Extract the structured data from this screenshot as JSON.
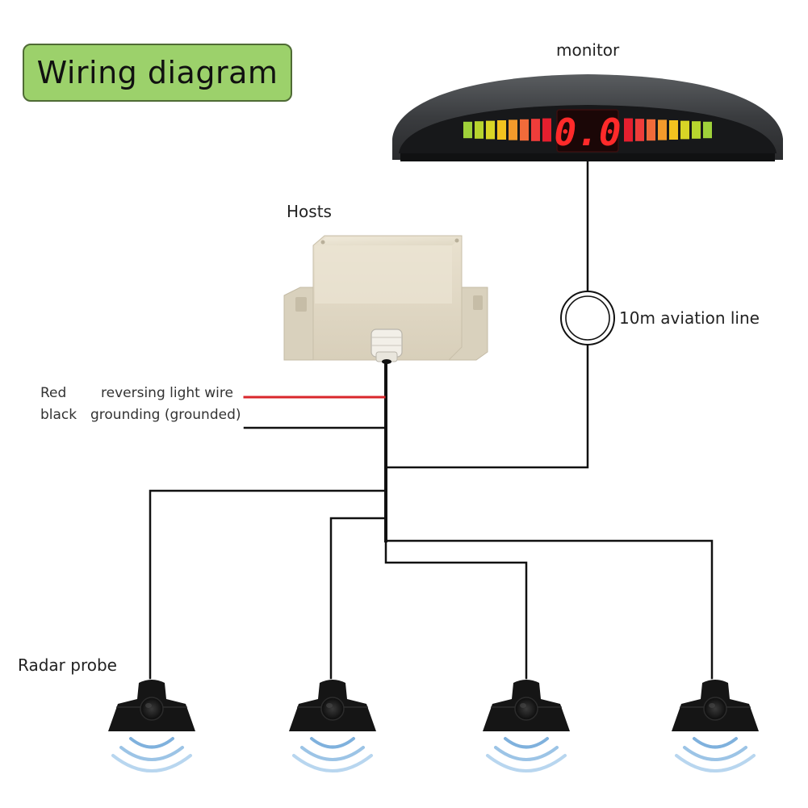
{
  "title": "Wiring diagram",
  "labels": {
    "monitor": "monitor",
    "hosts": "Hosts",
    "aviation_line": "10m aviation line",
    "radar_probe": "Radar probe",
    "red": "Red",
    "black": "black",
    "reversing_light_wire": "reversing light wire",
    "grounding": "grounding (grounded)"
  },
  "monitor_display": {
    "reading": "0.0",
    "bar_colors": [
      "#9fd13a",
      "#b7d52e",
      "#d8d526",
      "#f2c21f",
      "#f39a2b",
      "#f06b3a",
      "#ef3d3a",
      "#e51f2e"
    ]
  },
  "colors": {
    "title_bg": "#9cd16b",
    "red_wire": "#d9262b",
    "black_wire": "#111111"
  },
  "probes": [
    "probe-1",
    "probe-2",
    "probe-3",
    "probe-4"
  ]
}
